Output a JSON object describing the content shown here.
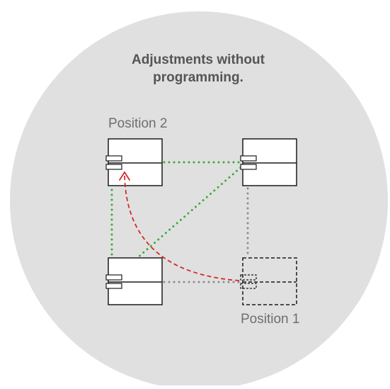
{
  "diagram": {
    "title_line1": "Adjustments without",
    "title_line2": "programming.",
    "position_2_label": "Position 2",
    "position_1_label": "Position 1",
    "colors": {
      "background_circle": "#e0e0e0",
      "green_dotted": "#3aaa35",
      "grey_dotted": "#8c8c8c",
      "red_dashed": "#d42a2a",
      "box_stroke": "#1a1a1a",
      "box_fill": "#ffffff",
      "text": "#555555"
    }
  }
}
